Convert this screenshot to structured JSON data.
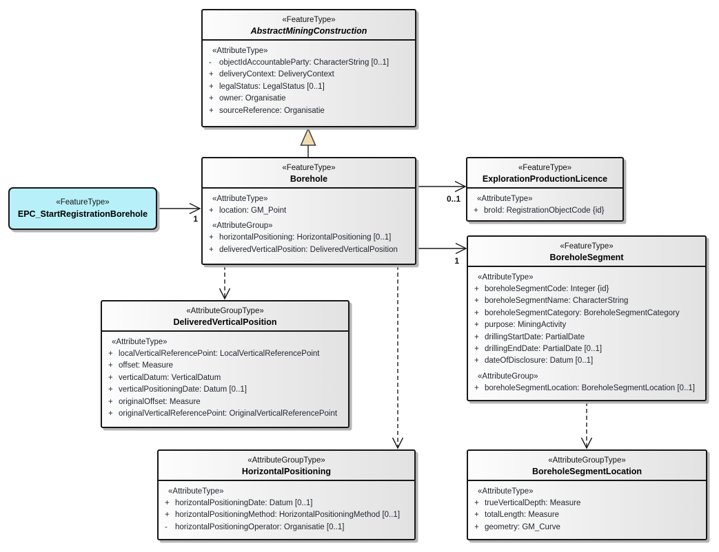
{
  "diagram": {
    "classes": [
      {
        "id": "abstract-mining-construction",
        "stereotype": "«FeatureType»",
        "name": "AbstractMiningConstruction",
        "abstract": true,
        "sections": [
          {
            "label": "«AttributeType»",
            "rows": [
              {
                "vis": "-",
                "text": "objectIdAccountableParty: CharacterString [0..1]"
              },
              {
                "vis": "+",
                "text": "deliveryContext: DeliveryContext"
              },
              {
                "vis": "+",
                "text": "legalStatus: LegalStatus [0..1]"
              },
              {
                "vis": "+",
                "text": "owner: Organisatie"
              },
              {
                "vis": "+",
                "text": "sourceReference: Organisatie"
              }
            ]
          }
        ]
      },
      {
        "id": "borehole",
        "stereotype": "«FeatureType»",
        "name": "Borehole",
        "abstract": false,
        "sections": [
          {
            "label": "«AttributeType»",
            "rows": [
              {
                "vis": "+",
                "text": "location: GM_Point"
              }
            ]
          },
          {
            "label": "«AttributeGroup»",
            "rows": [
              {
                "vis": "+",
                "text": "horizontalPositioning: HorizontalPositioning [0..1]"
              },
              {
                "vis": "+",
                "text": "deliveredVerticalPosition: DeliveredVerticalPosition"
              }
            ]
          }
        ]
      },
      {
        "id": "epc-start-registration-borehole",
        "stereotype": "«FeatureType»",
        "name": "EPC_StartRegistrationBorehole",
        "abstract": false,
        "sections": []
      },
      {
        "id": "exploration-production-licence",
        "stereotype": "«FeatureType»",
        "name": "ExplorationProductionLicence",
        "abstract": false,
        "sections": [
          {
            "label": "«AttributeType»",
            "rows": [
              {
                "vis": "+",
                "text": "broId: RegistrationObjectCode {id}"
              }
            ]
          }
        ]
      },
      {
        "id": "borehole-segment",
        "stereotype": "«FeatureType»",
        "name": "BoreholeSegment",
        "abstract": false,
        "sections": [
          {
            "label": "«AttributeType»",
            "rows": [
              {
                "vis": "+",
                "text": "boreholeSegmentCode: Integer {id}"
              },
              {
                "vis": "+",
                "text": "boreholeSegmentName: CharacterString"
              },
              {
                "vis": "+",
                "text": "boreholeSegmentCategory: BoreholeSegmentCategory"
              },
              {
                "vis": "+",
                "text": "purpose: MiningActivity"
              },
              {
                "vis": "+",
                "text": "drillingStartDate: PartialDate"
              },
              {
                "vis": "+",
                "text": "drillingEndDate: PartialDate [0..1]"
              },
              {
                "vis": "+",
                "text": "dateOfDisclosure: Datum [0..1]"
              }
            ]
          },
          {
            "label": "«AttributeGroup»",
            "rows": [
              {
                "vis": "+",
                "text": "boreholeSegmentLocation: BoreholeSegmentLocation [0..1]"
              }
            ]
          }
        ]
      },
      {
        "id": "delivered-vertical-position",
        "stereotype": "«AttributeGroupType»",
        "name": "DeliveredVerticalPosition",
        "abstract": false,
        "sections": [
          {
            "label": "«AttributeType»",
            "rows": [
              {
                "vis": "+",
                "text": "localVerticalReferencePoint: LocalVerticalReferencePoint"
              },
              {
                "vis": "+",
                "text": "offset: Measure"
              },
              {
                "vis": "+",
                "text": "verticalDatum: VerticalDatum"
              },
              {
                "vis": "+",
                "text": "verticalPositioningDate: Datum [0..1]"
              },
              {
                "vis": "+",
                "text": "originalOffset: Measure"
              },
              {
                "vis": "+",
                "text": "originalVerticalReferencePoint: OriginalVerticalReferencePoint"
              }
            ]
          }
        ]
      },
      {
        "id": "horizontal-positioning",
        "stereotype": "«AttributeGroupType»",
        "name": "HorizontalPositioning",
        "abstract": false,
        "sections": [
          {
            "label": "«AttributeType»",
            "rows": [
              {
                "vis": "+",
                "text": "horizontalPositioningDate: Datum [0..1]"
              },
              {
                "vis": "+",
                "text": "horizontalPositioningMethod: HorizontalPositioningMethod [0..1]"
              },
              {
                "vis": "-",
                "text": "horizontalPositioningOperator: Organisatie [0..1]"
              }
            ]
          }
        ]
      },
      {
        "id": "borehole-segment-location",
        "stereotype": "«AttributeGroupType»",
        "name": "BoreholeSegmentLocation",
        "abstract": false,
        "sections": [
          {
            "label": "«AttributeType»",
            "rows": [
              {
                "vis": "+",
                "text": "trueVerticalDepth: Measure"
              },
              {
                "vis": "+",
                "text": "totalLength: Measure"
              },
              {
                "vis": "+",
                "text": "geometry: GM_Curve"
              }
            ]
          }
        ]
      }
    ],
    "connectors": {
      "epc_to_borehole": {
        "label": "1"
      },
      "borehole_to_licence": {
        "label": "0..1"
      },
      "borehole_to_segment": {
        "label": "1"
      }
    }
  }
}
